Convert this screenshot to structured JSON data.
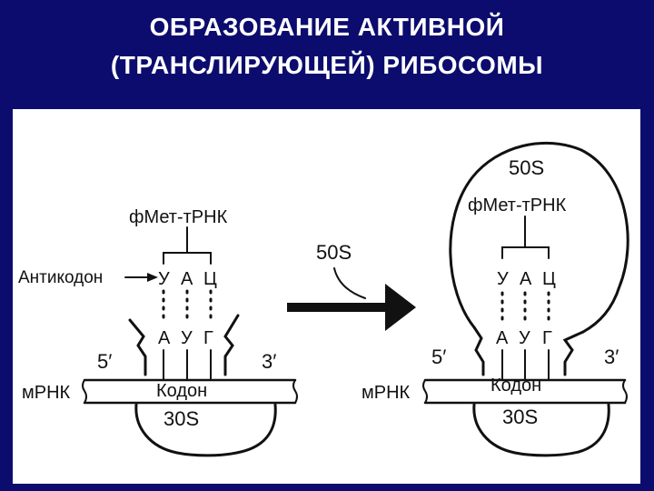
{
  "title": {
    "line1": "ОБРАЗОВАНИЕ   АКТИВНОЙ",
    "line2": "(ТРАНСЛИРУЮЩЕЙ)   РИБОСОМЫ"
  },
  "colors": {
    "background": "#0c0c6e",
    "panel": "#ffffff",
    "ink": "#111111"
  },
  "left": {
    "trna_label": "фМет-тРНК",
    "anticodon_label": "Антикодон",
    "anticodon_bases": [
      "У",
      "А",
      "Ц"
    ],
    "codon_bases": [
      "А",
      "У",
      "Г"
    ],
    "five_prime": "5′",
    "three_prime": "3′",
    "mrna_label": "мРНК",
    "codon_label": "Кодон",
    "subunit_label": "30S"
  },
  "arrow": {
    "label": "50S"
  },
  "right": {
    "large_subunit_label": "50S",
    "trna_label": "фМет-тРНК",
    "anticodon_bases": [
      "У",
      "А",
      "Ц"
    ],
    "codon_bases": [
      "А",
      "У",
      "Г"
    ],
    "five_prime": "5′",
    "three_prime": "3′",
    "mrna_label": "мРНК",
    "codon_label": "Кодон",
    "subunit_label": "30S"
  }
}
